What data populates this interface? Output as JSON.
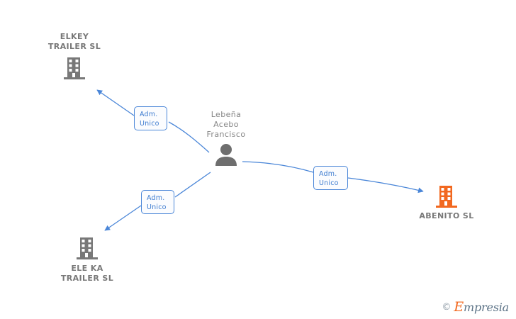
{
  "graph": {
    "title": "Empresia corporate relationship graph",
    "background_color": "#ffffff",
    "edge_color": "#4a86d8",
    "company_color": "#787878",
    "highlight_color": "#f2681f",
    "person_color": "#6e6e6e"
  },
  "nodes": {
    "elkey": {
      "label": "ELKEY\nTRAILER  SL",
      "type": "company",
      "icon": "building-icon",
      "color": "#787878"
    },
    "eleka": {
      "label": "ELE KA\nTRAILER  SL",
      "type": "company",
      "icon": "building-icon",
      "color": "#787878"
    },
    "abenito": {
      "label": "ABENITO  SL",
      "type": "company",
      "icon": "building-icon",
      "color": "#f2681f"
    },
    "person": {
      "label": "Lebeña\nAcebo\nFrancisco",
      "type": "person",
      "icon": "person-icon",
      "color": "#6e6e6e"
    }
  },
  "edges": [
    {
      "from": "person",
      "to": "elkey",
      "label": "Adm.\nUnico"
    },
    {
      "from": "person",
      "to": "eleka",
      "label": "Adm.\nUnico"
    },
    {
      "from": "person",
      "to": "abenito",
      "label": "Adm.\nUnico"
    }
  ],
  "watermark": {
    "copyright": "©",
    "brand_initial": "E",
    "brand_rest": "mpresia"
  }
}
